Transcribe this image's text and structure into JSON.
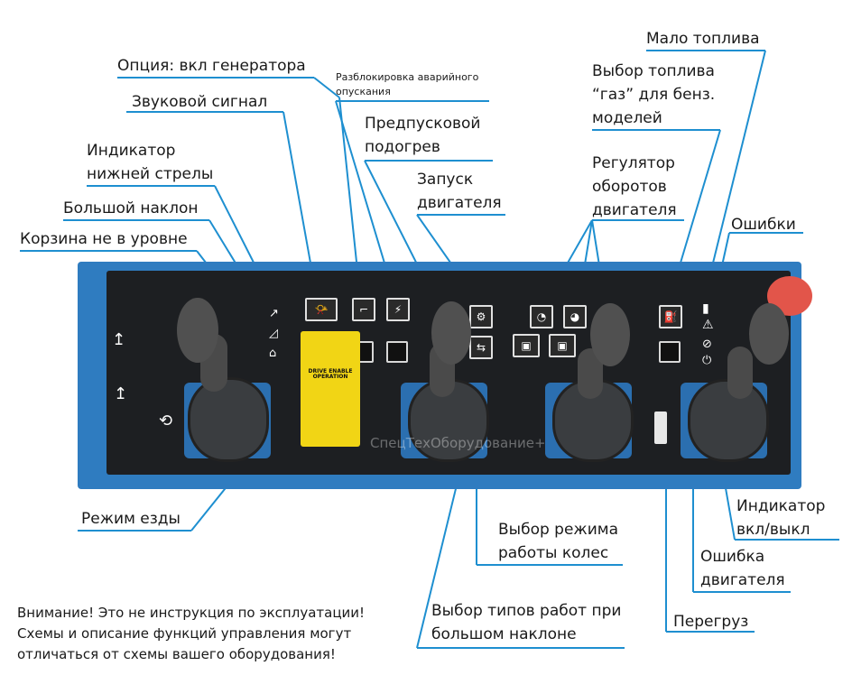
{
  "labels": {
    "generator": "Опция: вкл генератора",
    "emergency_line1": "Разблокировка аварийного",
    "emergency_line2": "опускания",
    "horn": "Звуковой сигнал",
    "preheat_line1": "Предпусковой",
    "preheat_line2": "подогрев",
    "start_line1": "Запуск",
    "start_line2": "двигателя",
    "lower_boom_line1": "Индикатор",
    "lower_boom_line2": "нижней стрелы",
    "big_tilt": "Большой наклон",
    "basket_level": "Корзина не в уровне",
    "low_fuel": "Мало топлива",
    "fuel_select_line1": "Выбор топлива",
    "fuel_select_line2": "“газ” для бенз.",
    "fuel_select_line3": "моделей",
    "rpm_line1": "Регулятор",
    "rpm_line2": "оборотов",
    "rpm_line3": "двигателя",
    "errors": "Ошибки",
    "drive_mode": "Режим езды",
    "wheel_mode_line1": "Выбор режима",
    "wheel_mode_line2": "работы колес",
    "onoff_line1": "Индикатор",
    "onoff_line2": "вкл/выкл",
    "engine_error_line1": "Ошибка",
    "engine_error_line2": "двигателя",
    "tilt_work_line1": "Выбор типов работ при",
    "tilt_work_line2": "большом наклоне",
    "overload": "Перегруз"
  },
  "warning": {
    "line1": "Внимание! Это не инструкция по эксплуатации!",
    "line2": "Схемы и описание функций управления могут",
    "line3": "отличаться от схемы вашего оборудования!"
  },
  "watermark": "СпецТехОборудование+",
  "sticker": {
    "title_line1": "DRIVE ENABLE",
    "title_line2": "OPERATION"
  },
  "colors": {
    "leader": "#1e8fd0",
    "panel_blue": "#2f7cc0",
    "panel_dark": "#1d1f22",
    "sticker_yellow": "#f1d515",
    "estop_red": "#e2554a"
  }
}
